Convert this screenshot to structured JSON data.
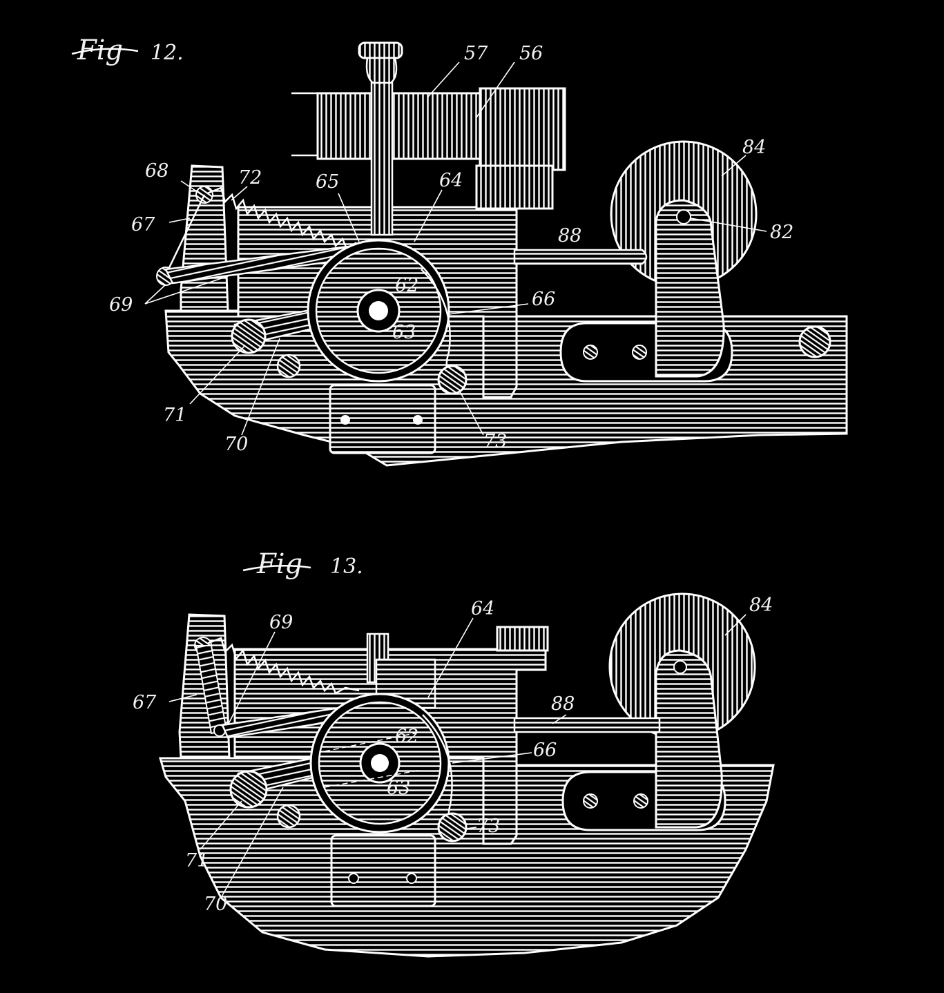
{
  "colors": {
    "background": "#000000",
    "ink": "#ffffff"
  },
  "figures": [
    {
      "title_prefix": "Fig",
      "title_number": "12.",
      "labels": [
        "57",
        "56",
        "84",
        "68",
        "72",
        "65",
        "64",
        "67",
        "82",
        "88",
        "62",
        "66",
        "69",
        "63",
        "71",
        "70",
        "73"
      ]
    },
    {
      "title_prefix": "Fig",
      "title_number": "13.",
      "labels": [
        "64",
        "84",
        "69",
        "67",
        "88",
        "62",
        "66",
        "63",
        "73",
        "71",
        "70"
      ]
    }
  ]
}
